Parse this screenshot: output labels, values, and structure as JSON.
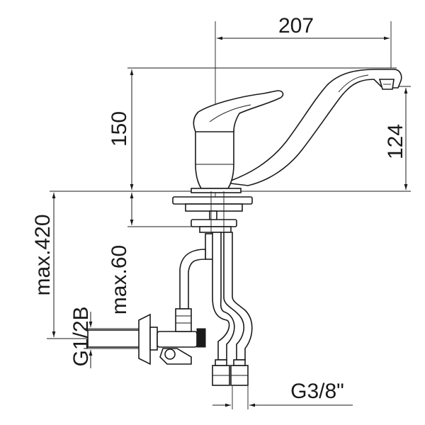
{
  "dimensions": {
    "spout_reach": "207",
    "total_height": "150",
    "spout_height": "124",
    "max_below_deck": "max.420",
    "max_hose_offset": "max.60",
    "inlet_thread": "G1/2B",
    "hose_thread": "G3/8\""
  }
}
